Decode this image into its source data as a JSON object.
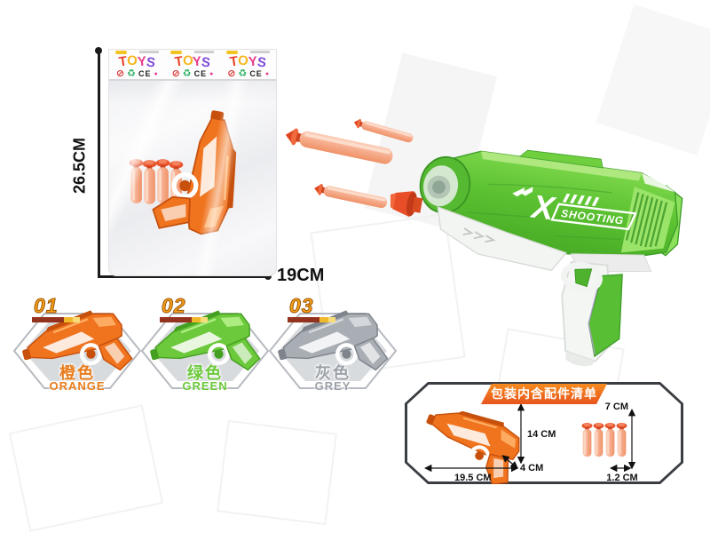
{
  "product": {
    "package": {
      "brand_letters": [
        "T",
        "O",
        "Y",
        "S"
      ],
      "prohibition_icon": "⊘",
      "recycling_icon": "♻",
      "ce_mark": "CE",
      "height_label": "26.5CM",
      "width_label": "19CM"
    },
    "hero_logo": {
      "x": "X",
      "shooting": "SHOOTING"
    }
  },
  "variants": [
    {
      "number": "01",
      "name_cn": "橙色",
      "name_en": "ORANGE",
      "color": "#f0731e"
    },
    {
      "number": "02",
      "name_cn": "绿色",
      "name_en": "GREEN",
      "color": "#6cc93b"
    },
    {
      "number": "03",
      "name_cn": "灰色",
      "name_en": "GREY",
      "color": "#9aa1a8"
    }
  ],
  "contents_box": {
    "title": "包装内含配件清单",
    "gun_height": "14 CM",
    "gun_length": "19.5 CM",
    "gun_depth": "4 CM",
    "dart_length": "7 CM",
    "dart_diameter": "1.2 CM"
  },
  "colors": {
    "orange": "#f0731e",
    "green": "#6cc93b",
    "grey": "#9aa1a8",
    "dart_body": "#f6b193",
    "dart_tip": "#e8502a",
    "banner_top": "#f68c1f",
    "banner_bottom": "#e8541e",
    "dimension_line": "#1b1b1b"
  }
}
